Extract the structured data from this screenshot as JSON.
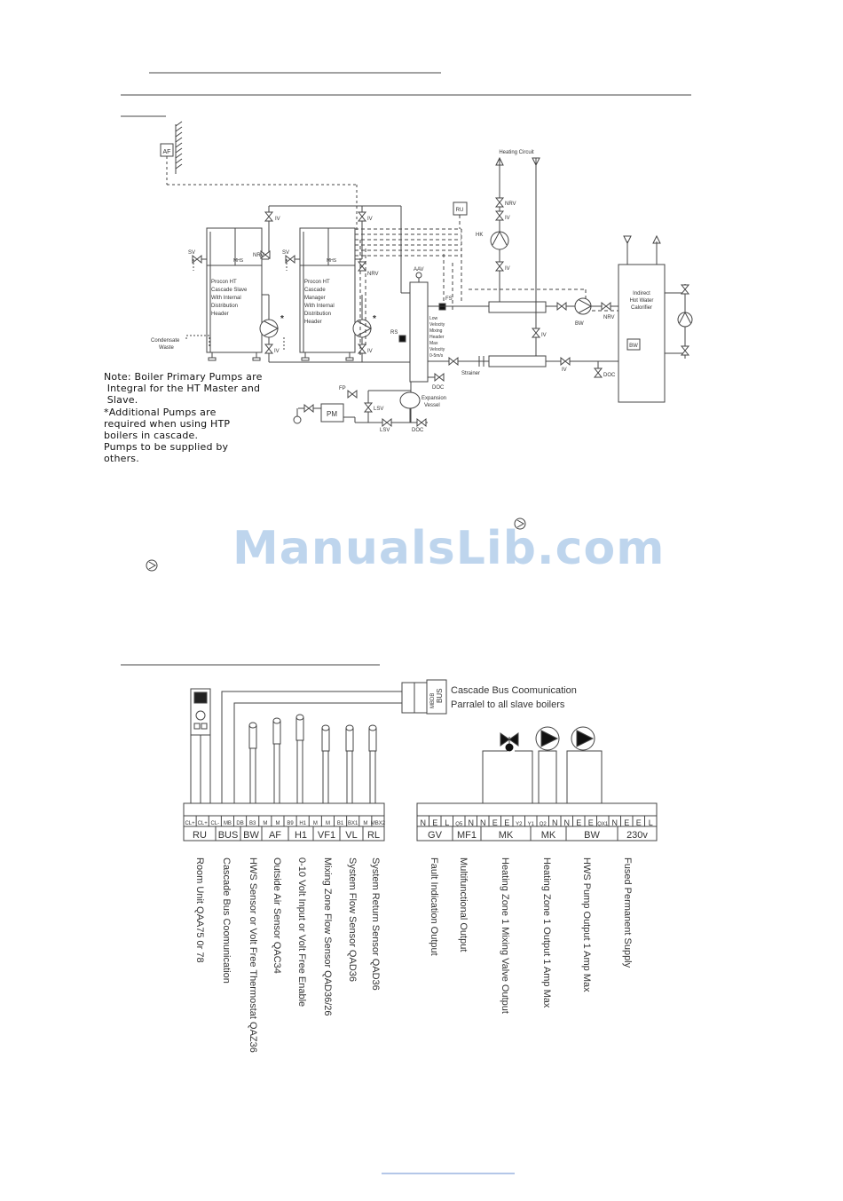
{
  "hydraulic": {
    "af": "AF",
    "heating_circuit": "Heating Circuit",
    "ru": "RU",
    "labels_iv": "IV",
    "nrv": "NRV",
    "sv": "SV",
    "mhs": "MHS",
    "hk": "HK",
    "bw": "BW",
    "aav": "AAV",
    "fs": "FS",
    "rs": "RS",
    "doc": "DOC",
    "strainer": "Strainer",
    "fp": "FP",
    "pm": "PM",
    "lsv": "LSV",
    "expansion": [
      "Expansion",
      "Vessel"
    ],
    "condensate": [
      "Condensate",
      "Waste"
    ],
    "slave_lines": [
      "Procon HT",
      "Cascade Slave",
      "With Internal",
      "Distribution",
      "Header"
    ],
    "manager_lines": [
      "Procon HT",
      "Cascade",
      "Manager",
      "With Internal",
      "Distribution",
      "Header"
    ],
    "header_lines": [
      "Low",
      "Velocity",
      "Mixing",
      "Header",
      "Max",
      "Velocity",
      "0-5m/s"
    ],
    "calorifier_lines": [
      "Indirect",
      "Hot Water",
      "Calorifier"
    ],
    "star": "*"
  },
  "note": {
    "lines": [
      "Note: Boiler Primary Pumps are",
      " Integral for the HT Master and",
      " Slave.",
      "*Additional Pumps are",
      "required when using HTP",
      "boilers in cascade.",
      "Pumps to be supplied by",
      "others."
    ]
  },
  "watermark": "ManualsLib.com",
  "wiring": {
    "bus_tag": "BUS",
    "bus_sub": "MBDB",
    "bus_lines": [
      "Cascade Bus Coomunication",
      "Parralel to all slave boilers"
    ],
    "left_terms": [
      "CL+",
      "CL+",
      "CL-",
      "MB",
      "DB",
      "B3",
      "M",
      "M",
      "B9",
      "H1",
      "M",
      "M",
      "B1",
      "BX1",
      "M",
      "MBX2"
    ],
    "left_groups": [
      "RU",
      "BUS",
      "BW",
      "AF",
      "H1",
      "VF1",
      "VL",
      "RL"
    ],
    "left_desc": [
      "Room Unit  QAA75 0r 78",
      "Cascade Bus Coomunication",
      "HWS Sensor or Volt Free Thermostat QAZ36",
      "Outside Air Sensor QAC34",
      "0-10 Volt Input  or Volt Free Enable",
      "Mixing Zone Flow Sensor QAD36/26",
      "System Flow Sensor QAD36",
      "System Return Sensor QAD36"
    ],
    "right_terms": [
      "N",
      "E",
      "L",
      "Q5",
      "N",
      "N",
      "E",
      "E",
      "Y2",
      "Y1",
      "Q2",
      "N",
      "N",
      "E",
      "E",
      "QX1",
      "N",
      "E",
      "E",
      "L"
    ],
    "right_groups": [
      "GV",
      "MF1",
      "MK",
      "MK",
      "BW",
      "230v"
    ],
    "right_desc": [
      "Fault Indication Output",
      "Multifunctional Output",
      "Heating Zone 1 Mixing Valve Output",
      "Heating Zone 1 Output 1 Amp Max",
      "HWS Pump Output 1 Amp Max",
      "Fused Permanent Supply"
    ]
  }
}
